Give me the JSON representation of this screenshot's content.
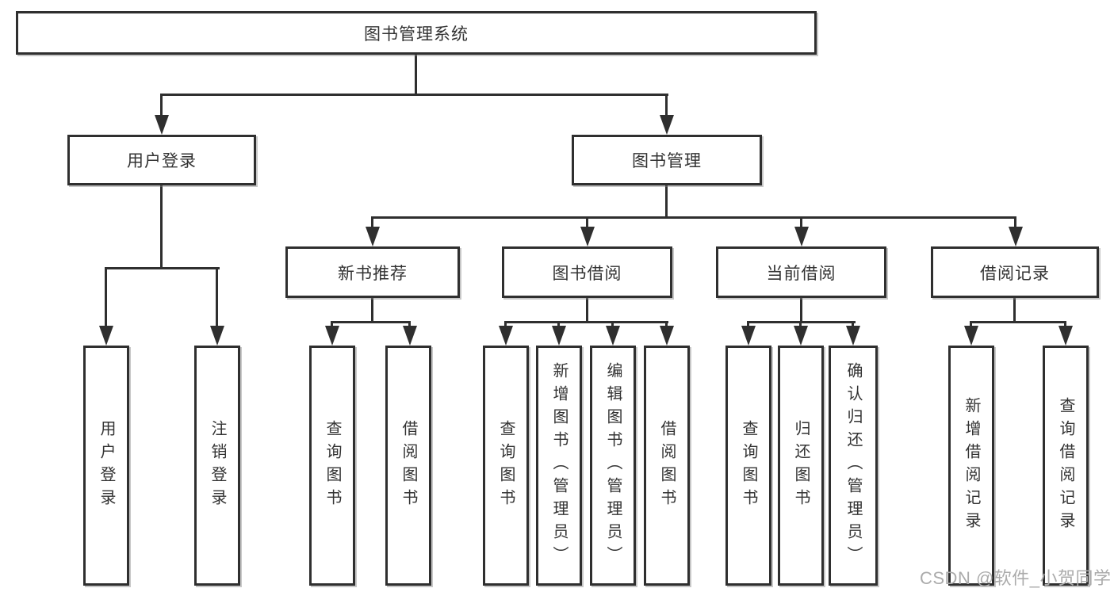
{
  "diagram": {
    "root": {
      "label": "图书管理系统"
    },
    "branches": [
      {
        "label": "用户登录",
        "children": [
          {
            "label": "用户登录"
          },
          {
            "label": "注销登录"
          }
        ]
      },
      {
        "label": "图书管理",
        "children": [
          {
            "label": "新书推荐",
            "children": [
              {
                "label": "查询图书"
              },
              {
                "label": "借阅图书"
              }
            ]
          },
          {
            "label": "图书借阅",
            "children": [
              {
                "label": "查询图书"
              },
              {
                "label": "新增图书（管理员）"
              },
              {
                "label": "编辑图书（管理员）"
              },
              {
                "label": "借阅图书"
              }
            ]
          },
          {
            "label": "当前借阅",
            "children": [
              {
                "label": "查询图书"
              },
              {
                "label": "归还图书"
              },
              {
                "label": "确认归还（管理员）"
              }
            ]
          },
          {
            "label": "借阅记录",
            "children": [
              {
                "label": "新增借阅记录"
              },
              {
                "label": "查询借阅记录"
              }
            ]
          }
        ]
      }
    ]
  },
  "watermark": {
    "text": "CSDN @软件_小贺同学"
  },
  "colors": {
    "line": "#2f2f2f",
    "text": "#333333",
    "box_fill": "#ffffff",
    "watermark": "#ababab",
    "background": "#ffffff"
  }
}
